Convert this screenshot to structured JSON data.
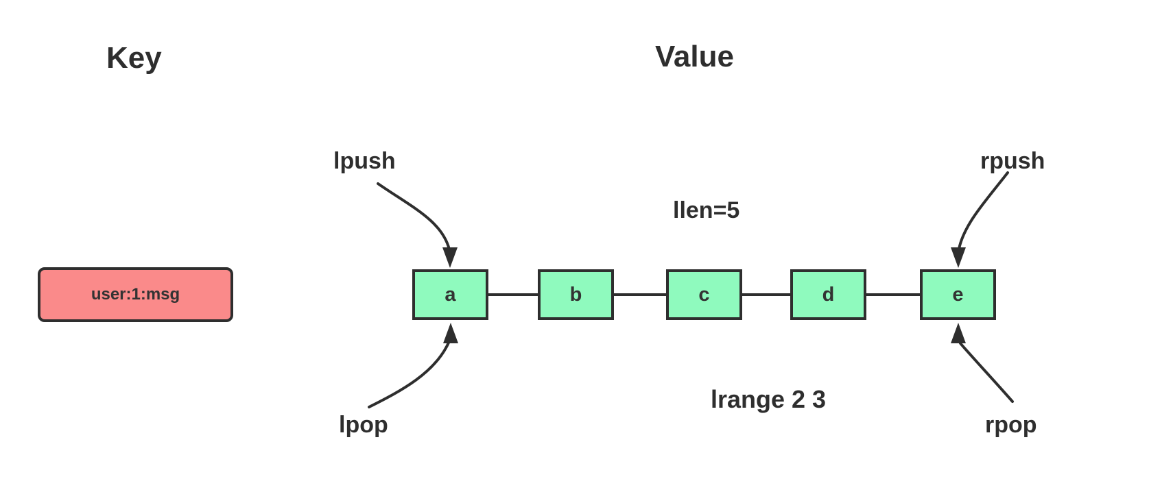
{
  "headings": {
    "key": "Key",
    "value": "Value"
  },
  "key_section": {
    "key_label": "user:1:msg"
  },
  "list": {
    "items": [
      {
        "label": "a"
      },
      {
        "label": "b"
      },
      {
        "label": "c"
      },
      {
        "label": "d"
      },
      {
        "label": "e"
      }
    ]
  },
  "operations": {
    "lpush_label": "lpush",
    "rpush_label": "rpush",
    "lpop_label": "lpop",
    "rpop_label": "rpop"
  },
  "annotations": {
    "llen_label": "llen=5",
    "lrange_label": "lrange 2 3"
  },
  "colors": {
    "key_fill": "#fa8a8a",
    "node_fill": "#8ffabe",
    "stroke": "#2e2e2e",
    "background": "#ffffff"
  }
}
